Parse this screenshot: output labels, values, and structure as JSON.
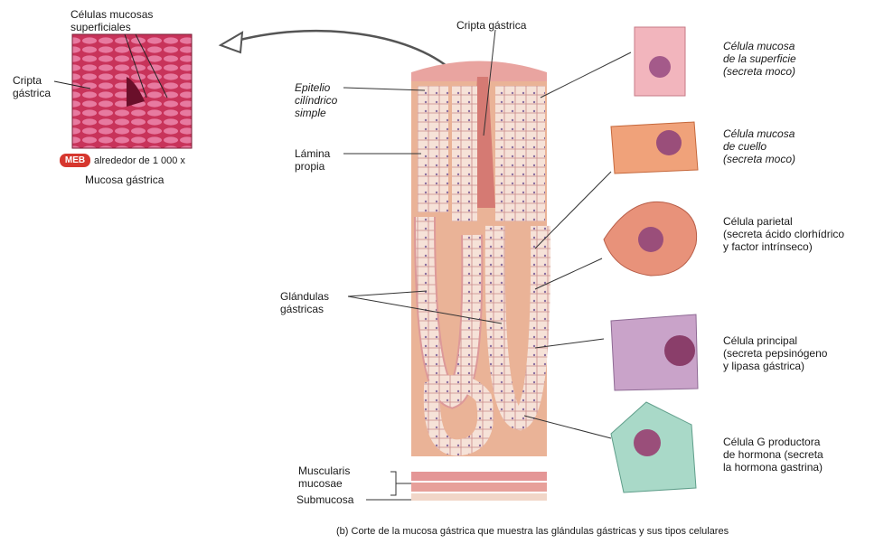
{
  "micrograph": {
    "label_cells": "Células mucosas\nsuperficiales",
    "label_crypt": "Cripta\ngástrica",
    "badge": "MEB",
    "magnification": "alrededor de 1 000 x",
    "caption": "Mucosa gástrica"
  },
  "section_labels": {
    "crypt": "Cripta gástrica",
    "epithelium": "Epitelio\ncilíndrico\nsimple",
    "lamina_propria": "Lámina\npropia",
    "glands": "Glándulas\ngástricas",
    "muscularis": "Muscularis\nmucosae",
    "submucosa": "Submucosa"
  },
  "cell_types": [
    {
      "name": "Célula mucosa\nde la superficie\n(secreta moco)",
      "color": "#f2b5bd"
    },
    {
      "name": "Célula mucosa\nde cuello\n(secreta moco)",
      "color": "#f0a27a"
    },
    {
      "name": "Célula parietal\n(secreta ácido clorhídrico\ny factor intrínseco)",
      "color": "#e8927a"
    },
    {
      "name": "Célula principal\n(secreta pepsinógeno\ny lipasa gástrica)",
      "color": "#c9a3c9"
    },
    {
      "name": "Célula G productora\nde hormona (secreta\nla hormona gastrina)",
      "color": "#a9d9c8"
    }
  ],
  "figure_caption": "(b) Corte de la mucosa gástrica que muestra las glándulas gástricas y sus tipos celulares"
}
